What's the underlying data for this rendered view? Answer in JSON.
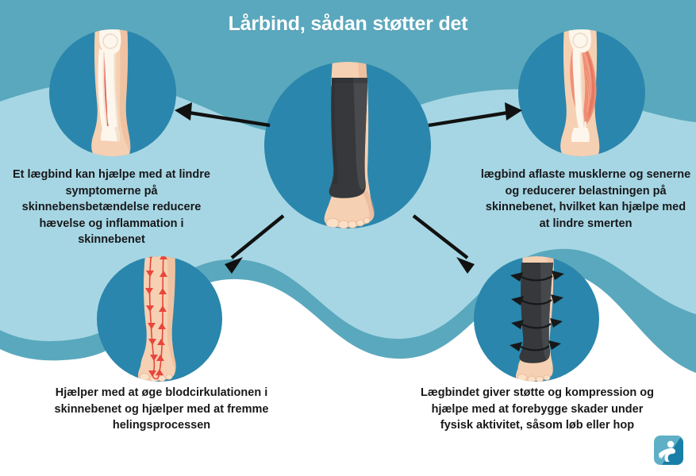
{
  "title": "Lårbind, sådan støtter det",
  "colors": {
    "band_top": "#5aa8bd",
    "band_light": "#a6d6e4",
    "circle": "#2a86ac",
    "page": "#ffffff",
    "text": "#17181a",
    "title_text": "#ffffff",
    "arrow": "#111111",
    "skin": "#f6d0b2",
    "skin_shadow": "#e7b392",
    "bone": "#fdf6ec",
    "bone_shadow": "#ead9c4",
    "muscle": "#ef8d73",
    "muscle_dark": "#e2735a",
    "inflammation": "#e8453c",
    "sleeve": "#36383b",
    "sleeve_light": "#4b4d51",
    "logo_dark": "#1a7fa8",
    "logo_light": "#5fb0c6"
  },
  "nodes": [
    {
      "id": "center",
      "name": "leg-with-compression-sleeve",
      "icon": "leg-sleeve-icon",
      "caption": ""
    },
    {
      "id": "top-left",
      "name": "leg-with-shin-inflammation",
      "icon": "leg-bone-inflammation-icon",
      "caption": "Et lægbind kan hjælpe med at lindre symptomerne på skinnebensbetændelse reducere hævelse og inflammation i skinnebenet"
    },
    {
      "id": "top-right",
      "name": "leg-with-calf-muscles",
      "icon": "leg-muscle-icon",
      "caption": "lægbind aflaste musklerne og senerne og reducerer belastningen på skinnebenet, hvilket kan hjælpe med at lindre smerten"
    },
    {
      "id": "bottom-left",
      "name": "leg-with-blood-circulation",
      "icon": "leg-circulation-arrows-icon",
      "caption": "Hjælper med at øge blodcirkulationen i skinnebenet og hjælper med at fremme helingsprocessen"
    },
    {
      "id": "bottom-right",
      "name": "leg-with-compression-bands",
      "icon": "leg-compression-bands-icon",
      "caption": "Lægbindet giver støtte og kompression og hjælpe med at forebygge skader under fysisk aktivitet, såsom løb eller hop"
    }
  ],
  "captions": {
    "top_left": "Et lægbind kan hjælpe med at lindre symptomerne på skinnebensbetændelse reducere hævelse og inflammation i skinnebenet",
    "top_right": "lægbind aflaste musklerne og senerne og reducerer belastningen på skinnebenet, hvilket kan hjælpe med at lindre smerten",
    "bottom_left": "Hjælper med at øge blodcirkulationen i skinnebenet og hjælper med at fremme helingsprocessen",
    "bottom_right": "Lægbindet giver støtte og kompression og hjælpe med at forebygge skader under fysisk aktivitet, såsom løb eller hop"
  },
  "arrows": [
    {
      "name": "arrow-center-to-top-left",
      "direction": "left"
    },
    {
      "name": "arrow-center-to-top-right",
      "direction": "right"
    },
    {
      "name": "arrow-center-to-bottom-left",
      "direction": "down-left"
    },
    {
      "name": "arrow-center-to-bottom-right",
      "direction": "down-right"
    }
  ],
  "logo": {
    "name": "brand-logo",
    "icon": "running-figure-logo-icon"
  }
}
